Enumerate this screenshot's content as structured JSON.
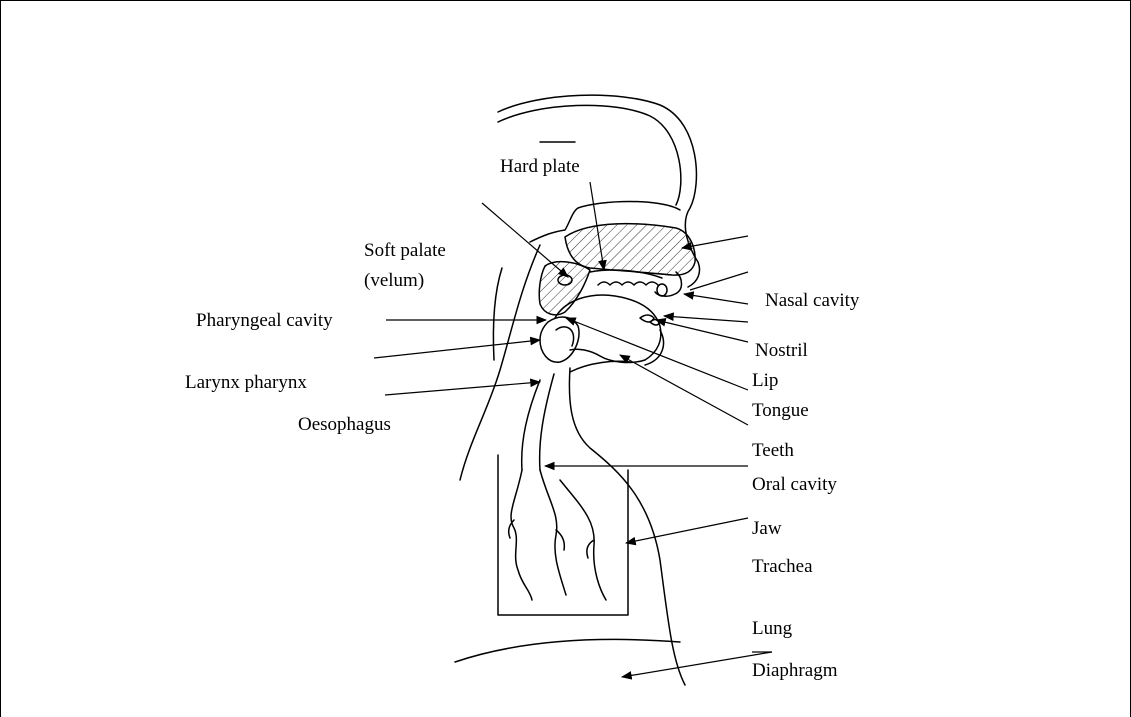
{
  "labels": {
    "hard_plate": "Hard plate",
    "soft_palate_1": "Soft  palate",
    "soft_palate_2": "(velum)",
    "pharyngeal_cavity": "Pharyngeal cavity",
    "larynx_pharynx": "Larynx pharynx",
    "oesophagus": "Oesophagus",
    "nasal_cavity": "Nasal cavity",
    "nostril": "Nostril",
    "lip": "Lip",
    "tongue": "Tongue",
    "teeth": "Teeth",
    "oral_cavity": "Oral cavity",
    "jaw": "Jaw",
    "trachea": "Trachea",
    "lung": "Lung",
    "diaphragm": "Diaphragm"
  }
}
